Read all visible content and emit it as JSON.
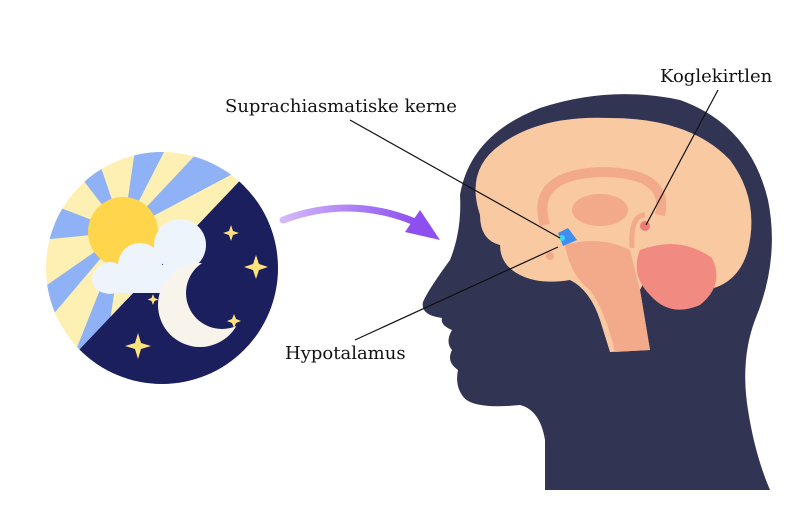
{
  "labels": {
    "scn": "Suprachiasmatiske kerne",
    "pineal": "Koglekirtlen",
    "hypothalamus": "Hypotalamus"
  },
  "colors": {
    "head": "#323453",
    "brain": "#F9C9A1",
    "brain_inner": "#F2AA8A",
    "cerebellum": "#F18A80",
    "scn": "#3F8DF0",
    "night": "#1B1F5E",
    "sun": "#FFD54C",
    "arrow": "#9B5CF0"
  }
}
